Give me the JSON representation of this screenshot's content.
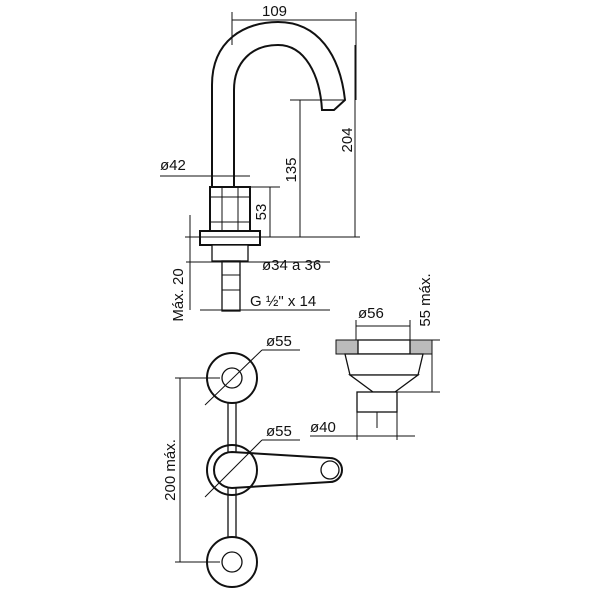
{
  "title": "Faucet technical drawing",
  "dimensions": {
    "spout_reach": "109",
    "total_height": "204",
    "spout_height": "135",
    "body_diameter": "ø42",
    "body_height": "53",
    "hole_diameter": "ø34 a 36",
    "max_thickness": "Máx. 20",
    "thread": "G ½\" x 14",
    "drain_diameter": "ø56",
    "drain_height": "55 máx.",
    "handle_diameter_top": "ø55",
    "handle_diameter_center": "ø55",
    "drain_outlet": "ø40",
    "max_spacing": "200 máx."
  },
  "colors": {
    "line": "#111111",
    "background": "#ffffff"
  }
}
